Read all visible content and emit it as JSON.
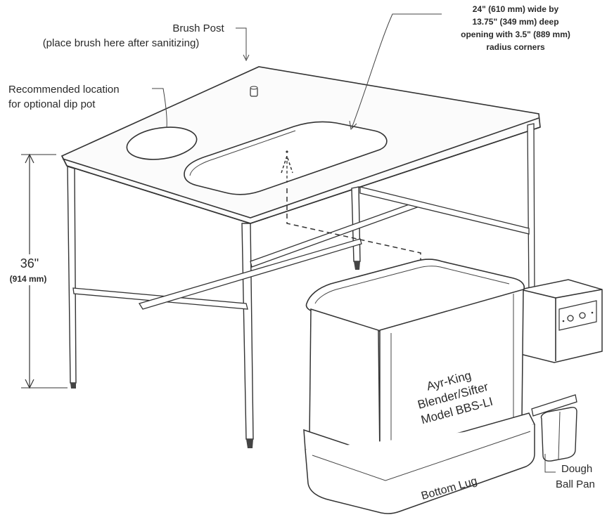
{
  "labels": {
    "brush_post_title": "Brush Post",
    "brush_post_note": "(place brush here after sanitizing)",
    "dip_pot_line1": "Recommended location",
    "dip_pot_line2": "for optional dip pot",
    "opening_line1": "24\" (610 mm) wide by",
    "opening_line2": "13.75\" (349 mm) deep",
    "opening_line3": "opening with 3.5\" (889 mm)",
    "opening_line4": "radius corners",
    "height_in": "36\"",
    "height_mm": "(914 mm)",
    "sifter_line1": "Ayr-King",
    "sifter_line2": "Blender/Sifter",
    "sifter_line3": "Model BBS-LI",
    "bottom_lug": "Bottom Lug",
    "dough_ball_line1": "Dough",
    "dough_ball_line2": "Ball Pan"
  }
}
